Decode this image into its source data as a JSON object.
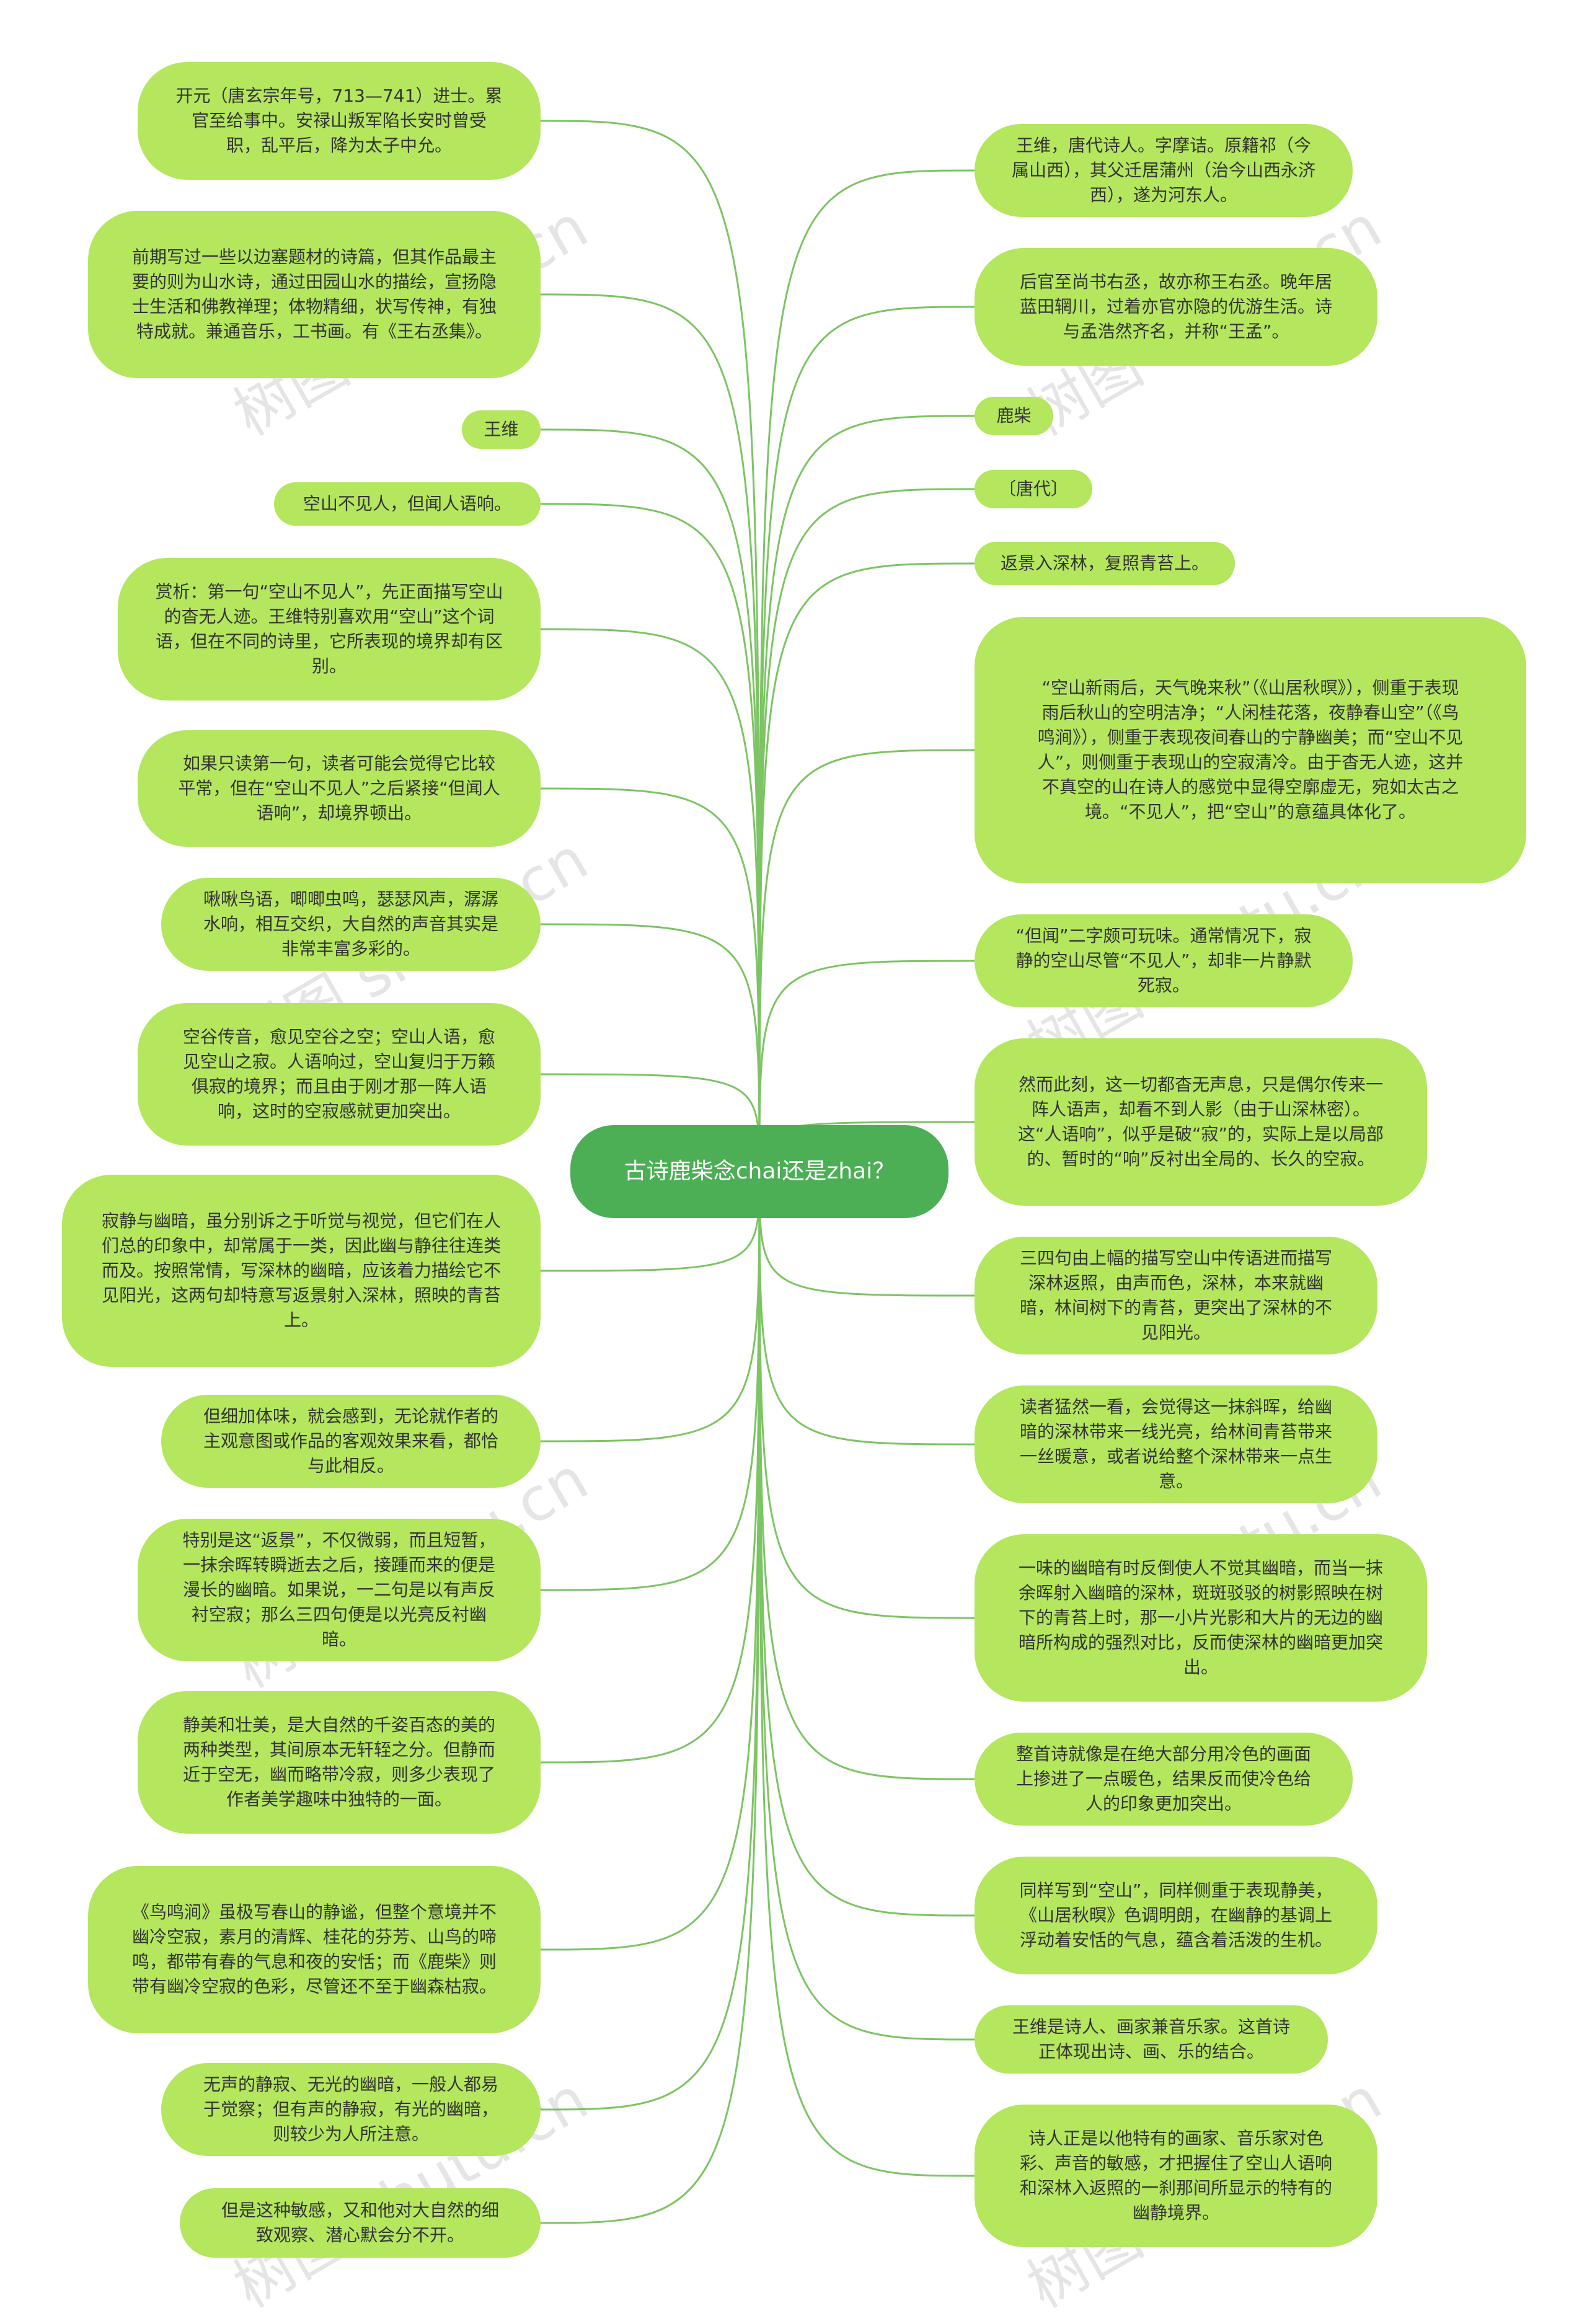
{
  "root": {
    "text": "古诗鹿柴念chai还是zhai？"
  },
  "colors": {
    "node_fill": "#b4e65e",
    "root_fill": "#4caf55",
    "link": "#7cc464"
  },
  "watermark": "树图 shutu.cn",
  "left_nodes": [
    {
      "text": "开元（唐玄宗年号，713—741）进士。累官至给事中。安禄山叛军陷长安时曾受职，乱平后，降为太子中允。"
    },
    {
      "text": "前期写过一些以边塞题材的诗篇，但其作品最主要的则为山水诗，通过田园山水的描绘，宣扬隐士生活和佛教禅理；体物精细，状写传神，有独特成就。兼通音乐，工书画。有《王右丞集》。"
    },
    {
      "text": "王维"
    },
    {
      "text": "空山不见人，但闻人语响。"
    },
    {
      "text": "赏析：第一句“空山不见人”，先正面描写空山的杳无人迹。王维特别喜欢用“空山”这个词语，但在不同的诗里，它所表现的境界却有区别。"
    },
    {
      "text": "如果只读第一句，读者可能会觉得它比较平常，但在“空山不见人”之后紧接“但闻人语响”，却境界顿出。"
    },
    {
      "text": "啾啾鸟语，唧唧虫鸣，瑟瑟风声，潺潺水响，相互交织，大自然的声音其实是非常丰富多彩的。"
    },
    {
      "text": "空谷传音，愈见空谷之空；空山人语，愈见空山之寂。人语响过，空山复归于万籁俱寂的境界；而且由于刚才那一阵人语响，这时的空寂感就更加突出。"
    },
    {
      "text": "寂静与幽暗，虽分别诉之于听觉与视觉，但它们在人们总的印象中，却常属于一类，因此幽与静往往连类而及。按照常情，写深林的幽暗，应该着力描绘它不见阳光，这两句却特意写返景射入深林，照映的青苔上。"
    },
    {
      "text": "但细加体味，就会感到，无论就作者的主观意图或作品的客观效果来看，都恰与此相反。"
    },
    {
      "text": "特别是这“返景”，不仅微弱，而且短暂，一抹余晖转瞬逝去之后，接踵而来的便是漫长的幽暗。如果说，一二句是以有声反衬空寂；那么三四句便是以光亮反衬幽暗。"
    },
    {
      "text": "静美和壮美，是大自然的千姿百态的美的两种类型，其间原本无轩轾之分。但静而近于空无，幽而略带冷寂，则多少表现了作者美学趣味中独特的一面。"
    },
    {
      "text": "《鸟鸣涧》虽极写春山的静谧，但整个意境并不幽冷空寂，素月的清辉、桂花的芬芳、山鸟的啼鸣，都带有春的气息和夜的安恬；而《鹿柴》则带有幽冷空寂的色彩，尽管还不至于幽森枯寂。"
    },
    {
      "text": "无声的静寂、无光的幽暗，一般人都易于觉察；但有声的静寂，有光的幽暗，则较少为人所注意。"
    },
    {
      "text": "但是这种敏感，又和他对大自然的细致观察、潜心默会分不开。"
    }
  ],
  "right_nodes": [
    {
      "text": "王维，唐代诗人。字摩诘。原籍祁（今属山西），其父迁居蒲州（治今山西永济西），遂为河东人。"
    },
    {
      "text": "后官至尚书右丞，故亦称王右丞。晚年居蓝田辋川，过着亦官亦隐的优游生活。诗与孟浩然齐名，并称“王孟”。"
    },
    {
      "text": "鹿柴"
    },
    {
      "text": "〔唐代〕"
    },
    {
      "text": "返景入深林，复照青苔上。"
    },
    {
      "text": "“空山新雨后，天气晚来秋”（《山居秋暝》），侧重于表现雨后秋山的空明洁净；“人闲桂花落，夜静春山空”（《鸟鸣涧》），侧重于表现夜间春山的宁静幽美；而“空山不见人”，则侧重于表现山的空寂清冷。由于杳无人迹，这并不真空的山在诗人的感觉中显得空廓虚无，宛如太古之境。“不见人”，把“空山”的意蕴具体化了。"
    },
    {
      "text": "“但闻”二字颇可玩味。通常情况下，寂静的空山尽管“不见人”，却非一片静默死寂。"
    },
    {
      "text": "然而此刻，这一切都杳无声息，只是偶尔传来一阵人语声，却看不到人影（由于山深林密）。这“人语响”，似乎是破“寂”的，实际上是以局部的、暂时的“响”反衬出全局的、长久的空寂。"
    },
    {
      "text": "三四句由上幅的描写空山中传语进而描写深林返照，由声而色，深林，本来就幽暗，林间树下的青苔，更突出了深林的不见阳光。"
    },
    {
      "text": "读者猛然一看，会觉得这一抹斜晖，给幽暗的深林带来一线光亮，给林间青苔带来一丝暖意，或者说给整个深林带来一点生意。"
    },
    {
      "text": "一味的幽暗有时反倒使人不觉其幽暗，而当一抹余晖射入幽暗的深林，斑斑驳驳的树影照映在树下的青苔上时，那一小片光影和大片的无边的幽暗所构成的强烈对比，反而使深林的幽暗更加突出。"
    },
    {
      "text": "整首诗就像是在绝大部分用冷色的画面上掺进了一点暖色，结果反而使冷色给人的印象更加突出。"
    },
    {
      "text": "同样写到“空山”，同样侧重于表现静美，《山居秋暝》色调明朗，在幽静的基调上浮动着安恬的气息，蕴含着活泼的生机。"
    },
    {
      "text": "王维是诗人、画家兼音乐家。这首诗正体现出诗、画、乐的结合。"
    },
    {
      "text": "诗人正是以他特有的画家、音乐家对色彩、声音的敏感，才把握住了空山人语响和深林入返照的一刹那间所显示的特有的幽静境界。"
    }
  ]
}
